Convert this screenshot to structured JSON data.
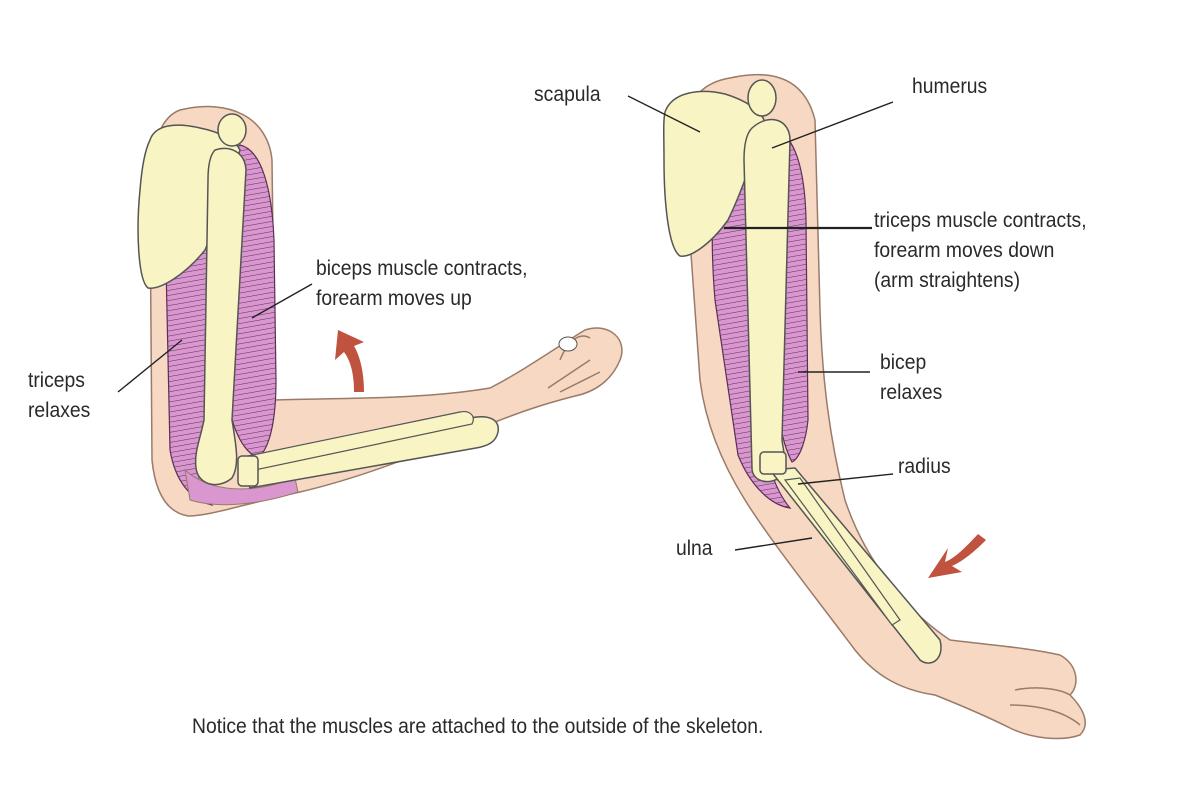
{
  "labels": {
    "triceps_relaxes": "triceps\nrelaxes",
    "biceps_contracts": "biceps muscle contracts,\nforearm moves up",
    "scapula": "scapula",
    "humerus": "humerus",
    "triceps_contracts": "triceps muscle contracts,\nforearm moves down\n(arm straightens)",
    "bicep_relaxes": "bicep\nrelaxes",
    "radius": "radius",
    "ulna": "ulna"
  },
  "caption": "Notice that the muscles are attached to the outside of the skeleton.",
  "colors": {
    "skin": "#f6d8c3",
    "skin_outline": "#9a7b6a",
    "bone": "#f8f4c4",
    "bone_outline": "#555555",
    "muscle": "#d996cf",
    "muscle_lines": "#5a2f55",
    "arrow": "#c0533f",
    "leader": "#222222"
  },
  "icons": [
    "arrow-up-icon",
    "arrow-down-icon"
  ]
}
